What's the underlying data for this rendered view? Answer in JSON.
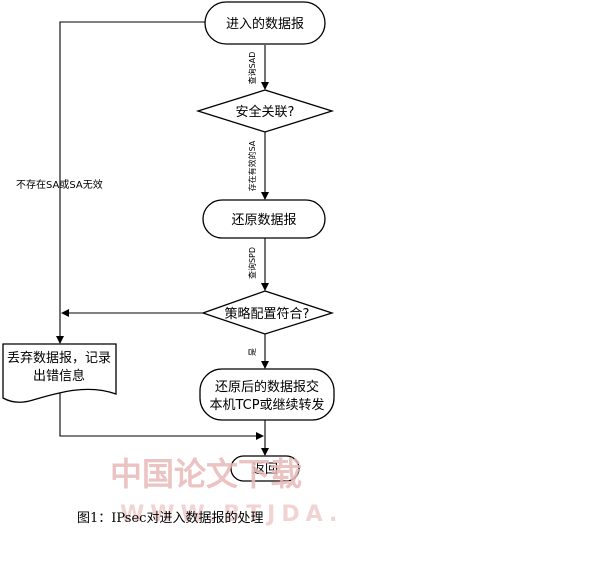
{
  "nodes": {
    "start": "进入的数据报",
    "decision_sa": "安全关联?",
    "restore": "还原数据报",
    "decision_policy": "策略配置符合?",
    "discard_line1": "丢弃数据报，记录",
    "discard_line2": "出错信息",
    "forward_line1": "还原后的数据报交",
    "forward_line2": "本机TCP或继续转发",
    "return": "返回"
  },
  "edges": {
    "query_sad": "查询SAD",
    "valid_sa": "存在有效的SA",
    "query_spd": "查询SPD",
    "no_sa": "不存在SA或SA无效",
    "yes": "是"
  },
  "caption": "图1：IPsec对进入数据报的处理",
  "watermark": {
    "main": "中国论文下载",
    "sub": "WWW.BTJDA."
  }
}
